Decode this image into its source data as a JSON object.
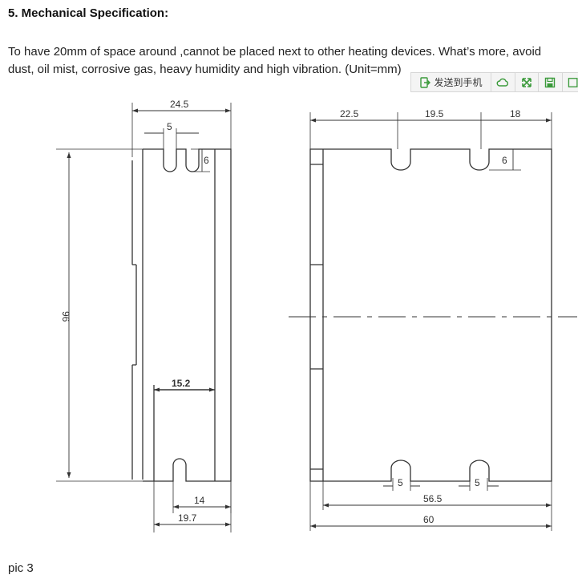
{
  "section": {
    "title": "5. Mechanical Specification:",
    "description": "To have 20mm of space around ,cannot be placed next to other heating devices. What’s more, avoid dust, oil mist, corrosive gas, heavy humidity and high vibration. (Unit=mm)"
  },
  "toolbar": {
    "send_to_phone_label": "发送到手机",
    "colors": {
      "accent": "#3a9a3a"
    }
  },
  "drawing": {
    "side_view": {
      "width_label": "24.5",
      "slot_width_label": "5",
      "slot_depth_label": "6",
      "height_label": "96",
      "inner_width_label": "15.2",
      "flange_offset_label": "14",
      "base_width_label": "19.7"
    },
    "front_view": {
      "left_segment_label": "22.5",
      "middle_segment_label": "19.5",
      "right_segment_label": "18",
      "slot_depth_label": "6",
      "bottom_slot_left_label": "5",
      "bottom_slot_right_label": "5",
      "hole_pitch_label": "56.5",
      "total_width_label": "60"
    }
  },
  "figure_caption": "pic 3"
}
